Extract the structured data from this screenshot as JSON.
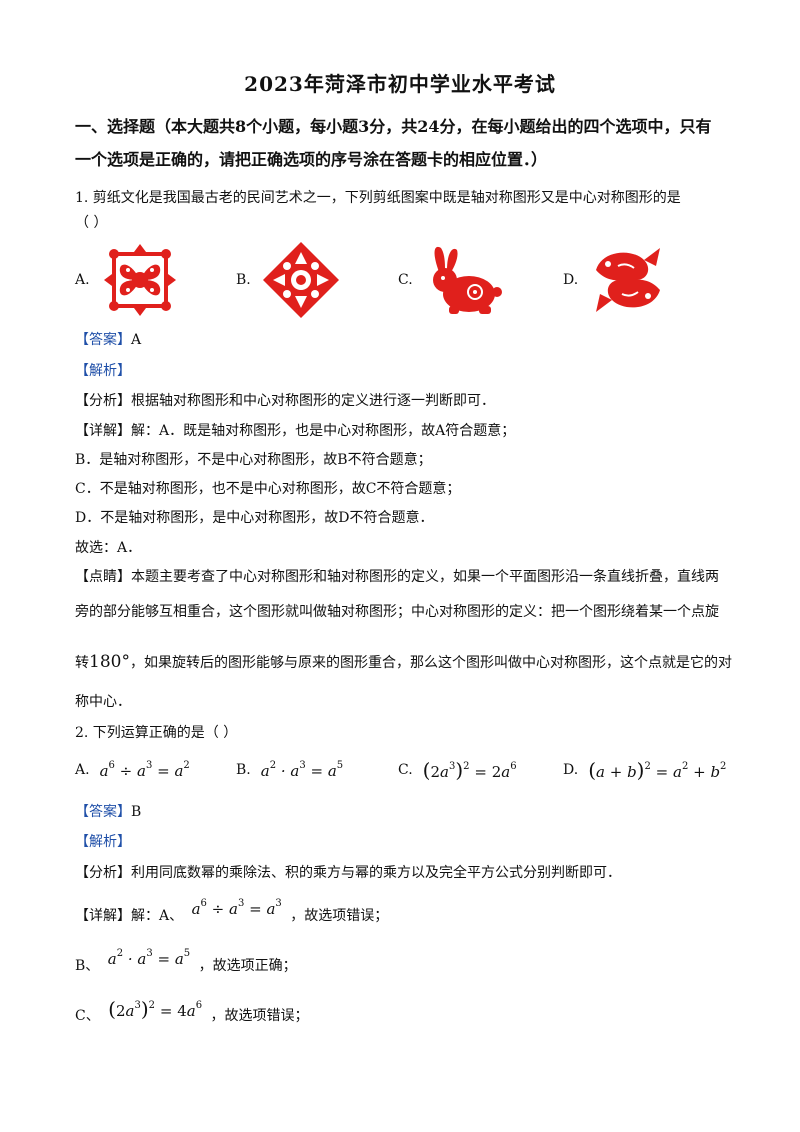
{
  "title": "2023年菏泽市初中学业水平考试",
  "section1": {
    "line1": "一、选择题（本大题共8个小题，每小题3分，共24分，在每小题给出的四个选项中，只有",
    "line2": "一个选项是正确的，请把正确选项的序号涂在答题卡的相应位置．）"
  },
  "q1": {
    "stem1": "1.  剪纸文化是我国最古老的民间艺术之一，下列剪纸图案中既是轴对称图形又是中心对称图形的是",
    "stem2": "（        ）",
    "opt_a": "A.",
    "opt_b": "B.",
    "opt_c": "C.",
    "opt_d": "D.",
    "answer_tag": "【答案】",
    "answer": "A",
    "analysis_tag": "【解析】",
    "fenxi_tag": "【分析】",
    "fenxi": "根据轴对称图形和中心对称图形的定义进行逐一判断即可．",
    "xiangjie_tag": "【详解】",
    "xiangjie": "解：A．既是轴对称图形，也是中心对称图形，故A符合题意；",
    "line_b": "B．是轴对称图形，不是中心对称图形，故B不符合题意；",
    "line_c": "C．不是轴对称图形，也不是中心对称图形，故C不符合题意；",
    "line_d": "D．不是轴对称图形，是中心对称图形，故D不符合题意．",
    "choose": "故选：A．",
    "dianjing_tag": "【点睛】",
    "dianjing1": "本题主要考查了中心对称图形和轴对称图形的定义，如果一个平面图形沿一条直线折叠，直线两",
    "dianjing2": "旁的部分能够互相重合，这个图形就叫做轴对称图形；中心对称图形的定义：把一个图形绕着某一个点旋",
    "dianjing3_pre": "转",
    "dianjing3_deg": "180°",
    "dianjing3_post": "，如果旋转后的图形能够与原来的图形重合，那么这个图形叫做中心对称图形，这个点就是它的对",
    "dianjing4": "称中心．"
  },
  "q2": {
    "stem": "2.  下列运算正确的是（        ）",
    "opt_a": "A.",
    "opt_b": "B.",
    "opt_c": "C.",
    "opt_d": "D.",
    "answer_tag": "【答案】",
    "answer": "B",
    "analysis_tag": "【解析】",
    "fenxi_tag": "【分析】",
    "fenxi": "利用同底数幂的乘除法、积的乘方与幂的乘方以及完全平方公式分别判断即可．",
    "xiangjie_tag": "【详解】",
    "xiangjie_pre": "解：A、",
    "xiangjie_post": "，故选项错误；",
    "line_b_pre": "B、",
    "line_b_post": "，故选项正确；",
    "line_c_pre": "C、",
    "line_c_post": "，故选项错误；"
  },
  "colors": {
    "paper_cut": "#e0201c",
    "tag": "#1f4fa8"
  }
}
